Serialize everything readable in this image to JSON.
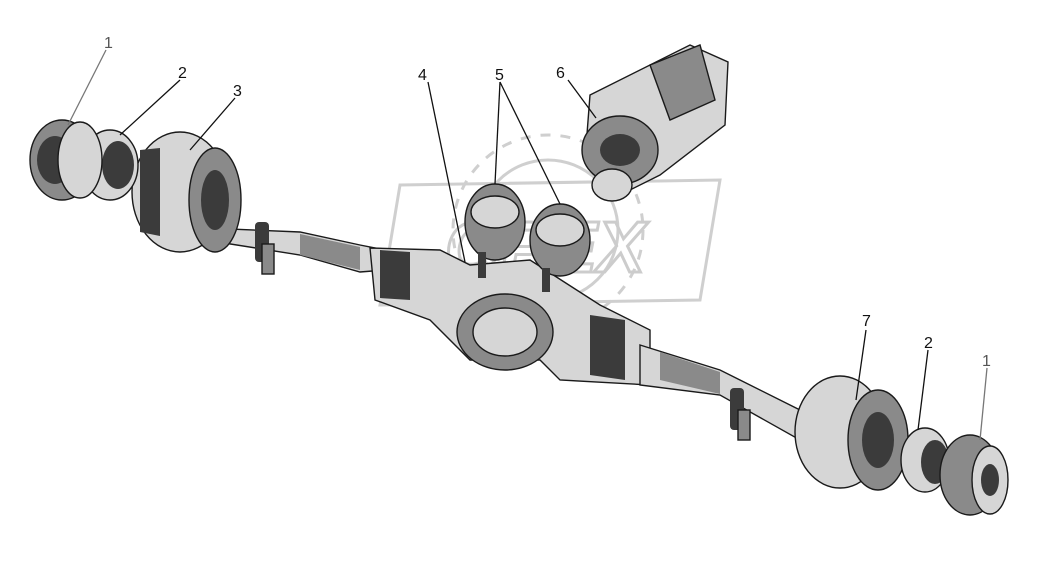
{
  "diagram": {
    "watermark_text": "OPEX",
    "labels": {
      "left_hub": "1",
      "left_bearing": "2",
      "left_drum": "3",
      "axle_beam": "4",
      "air_chambers": "5",
      "final_drive": "6",
      "right_drum": "7",
      "right_bearing": "2",
      "right_hub": "1"
    }
  }
}
